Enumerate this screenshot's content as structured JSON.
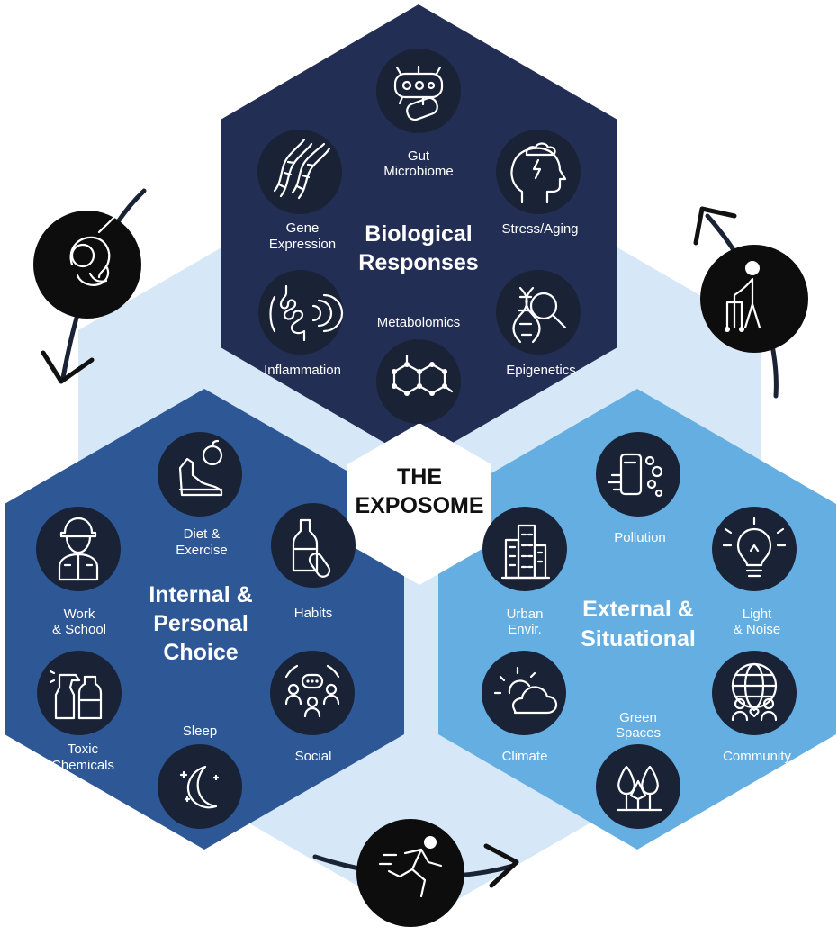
{
  "center": {
    "line1": "THE",
    "line2": "EXPOSOME"
  },
  "sections": {
    "biological": {
      "title_line1": "Biological",
      "title_line2": "Responses",
      "color": "#232E55",
      "items": {
        "gut": {
          "line1": "Gut",
          "line2": "Microbiome",
          "icon": "bacteria-icon"
        },
        "gene": {
          "line1": "Gene",
          "line2": "Expression",
          "icon": "dna-icon"
        },
        "stress": {
          "line1": "Stress/Aging",
          "icon": "stressed-head-icon"
        },
        "inflammation": {
          "line1": "Inflammation",
          "icon": "intestine-icon"
        },
        "metabolomics": {
          "line1": "Metabolomics",
          "icon": "molecule-icon"
        },
        "epigenetics": {
          "line1": "Epigenetics",
          "icon": "dna-magnifier-icon"
        }
      }
    },
    "internal": {
      "title_line1": "Internal &",
      "title_line2": "Personal",
      "title_line3": "Choice",
      "color": "#2E5796",
      "items": {
        "diet": {
          "line1": "Diet &",
          "line2": "Exercise",
          "icon": "shoe-apple-icon"
        },
        "work": {
          "line1": "Work",
          "line2": "& School",
          "icon": "worker-icon"
        },
        "habits": {
          "line1": "Habits",
          "icon": "bottle-pill-icon"
        },
        "toxic": {
          "line1": "Toxic",
          "line2": "Chemicals",
          "icon": "spray-bottle-icon"
        },
        "sleep": {
          "line1": "Sleep",
          "icon": "moon-stars-icon"
        },
        "social": {
          "line1": "Social",
          "icon": "people-chat-icon"
        }
      }
    },
    "external": {
      "title_line1": "External &",
      "title_line2": "Situational",
      "color": "#64AEE2",
      "items": {
        "pollution": {
          "line1": "Pollution",
          "icon": "exhaust-icon"
        },
        "urban": {
          "line1": "Urban",
          "line2": "Envir.",
          "icon": "buildings-icon"
        },
        "light": {
          "line1": "Light",
          "line2": "& Noise",
          "icon": "lightbulb-icon"
        },
        "climate": {
          "line1": "Climate",
          "icon": "sun-cloud-icon"
        },
        "green": {
          "line1": "Green",
          "line2": "Spaces",
          "icon": "trees-icon"
        },
        "community": {
          "line1": "Community",
          "icon": "globe-people-icon"
        }
      }
    }
  },
  "lifecycle": {
    "stages": [
      "fetus-icon",
      "runner-icon",
      "elderly-walker-icon"
    ]
  },
  "colors": {
    "background_hex": "#D6E7F7",
    "icon_circle": "#1A2236",
    "center_hex": "#ffffff"
  }
}
